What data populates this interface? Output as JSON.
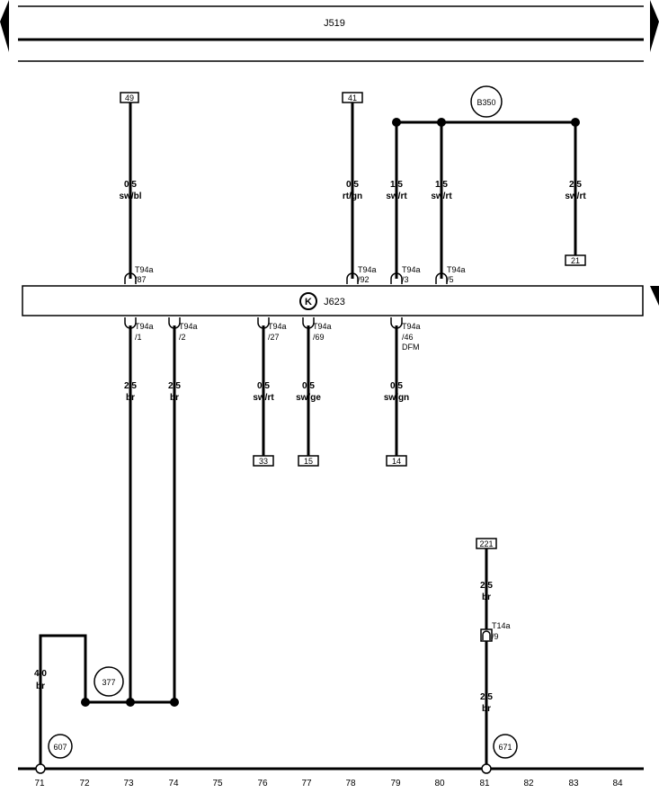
{
  "components": {
    "top": "J519",
    "middle": "J623",
    "middle_symbol": "K"
  },
  "columns": [
    "71",
    "72",
    "73",
    "74",
    "75",
    "76",
    "77",
    "78",
    "79",
    "80",
    "81",
    "82",
    "83",
    "84"
  ],
  "top_wires": [
    {
      "id": "w49",
      "ref": "49",
      "size": "0.5",
      "color": "sw/bl",
      "pin": "T94a",
      "pinno": "/87"
    },
    {
      "id": "w92",
      "ref": "41",
      "size": "0.5",
      "color": "rt/gn",
      "pin": "T94a",
      "pinno": "/92"
    },
    {
      "id": "w3",
      "ref": "",
      "size": "1.5",
      "color": "sw/rt",
      "pin": "T94a",
      "pinno": "/3"
    },
    {
      "id": "w5",
      "ref": "",
      "size": "1.5",
      "color": "sw/rt",
      "pin": "T94a",
      "pinno": "/5"
    },
    {
      "id": "w21",
      "ref": "21",
      "size": "2.5",
      "color": "sw/rt",
      "pin": "",
      "pinno": ""
    }
  ],
  "bottom_wires": [
    {
      "id": "b1",
      "ref": "",
      "size": "2.5",
      "color": "br",
      "pin": "T94a",
      "pinno": "/1",
      "extra": ""
    },
    {
      "id": "b2",
      "ref": "",
      "size": "2.5",
      "color": "br",
      "pin": "T94a",
      "pinno": "/2",
      "extra": ""
    },
    {
      "id": "b27",
      "ref": "33",
      "size": "0.5",
      "color": "sw/rt",
      "pin": "T94a",
      "pinno": "/27",
      "extra": ""
    },
    {
      "id": "b69",
      "ref": "15",
      "size": "0.5",
      "color": "sw/ge",
      "pin": "T94a",
      "pinno": "/69",
      "extra": ""
    },
    {
      "id": "b46",
      "ref": "14",
      "size": "0.5",
      "color": "sw/gn",
      "pin": "T94a",
      "pinno": "/46",
      "extra": "DFM"
    }
  ],
  "ground_wire": {
    "size": "4.0",
    "color": "br"
  },
  "right_wire": {
    "ref": "221",
    "upper": {
      "size": "2.5",
      "color": "br"
    },
    "connector": "T14a",
    "connector_pin": "/9",
    "lower": {
      "size": "2.5",
      "color": "br"
    }
  },
  "circles": {
    "b350": "B350",
    "c377": "377",
    "c607": "607",
    "c671": "671"
  }
}
